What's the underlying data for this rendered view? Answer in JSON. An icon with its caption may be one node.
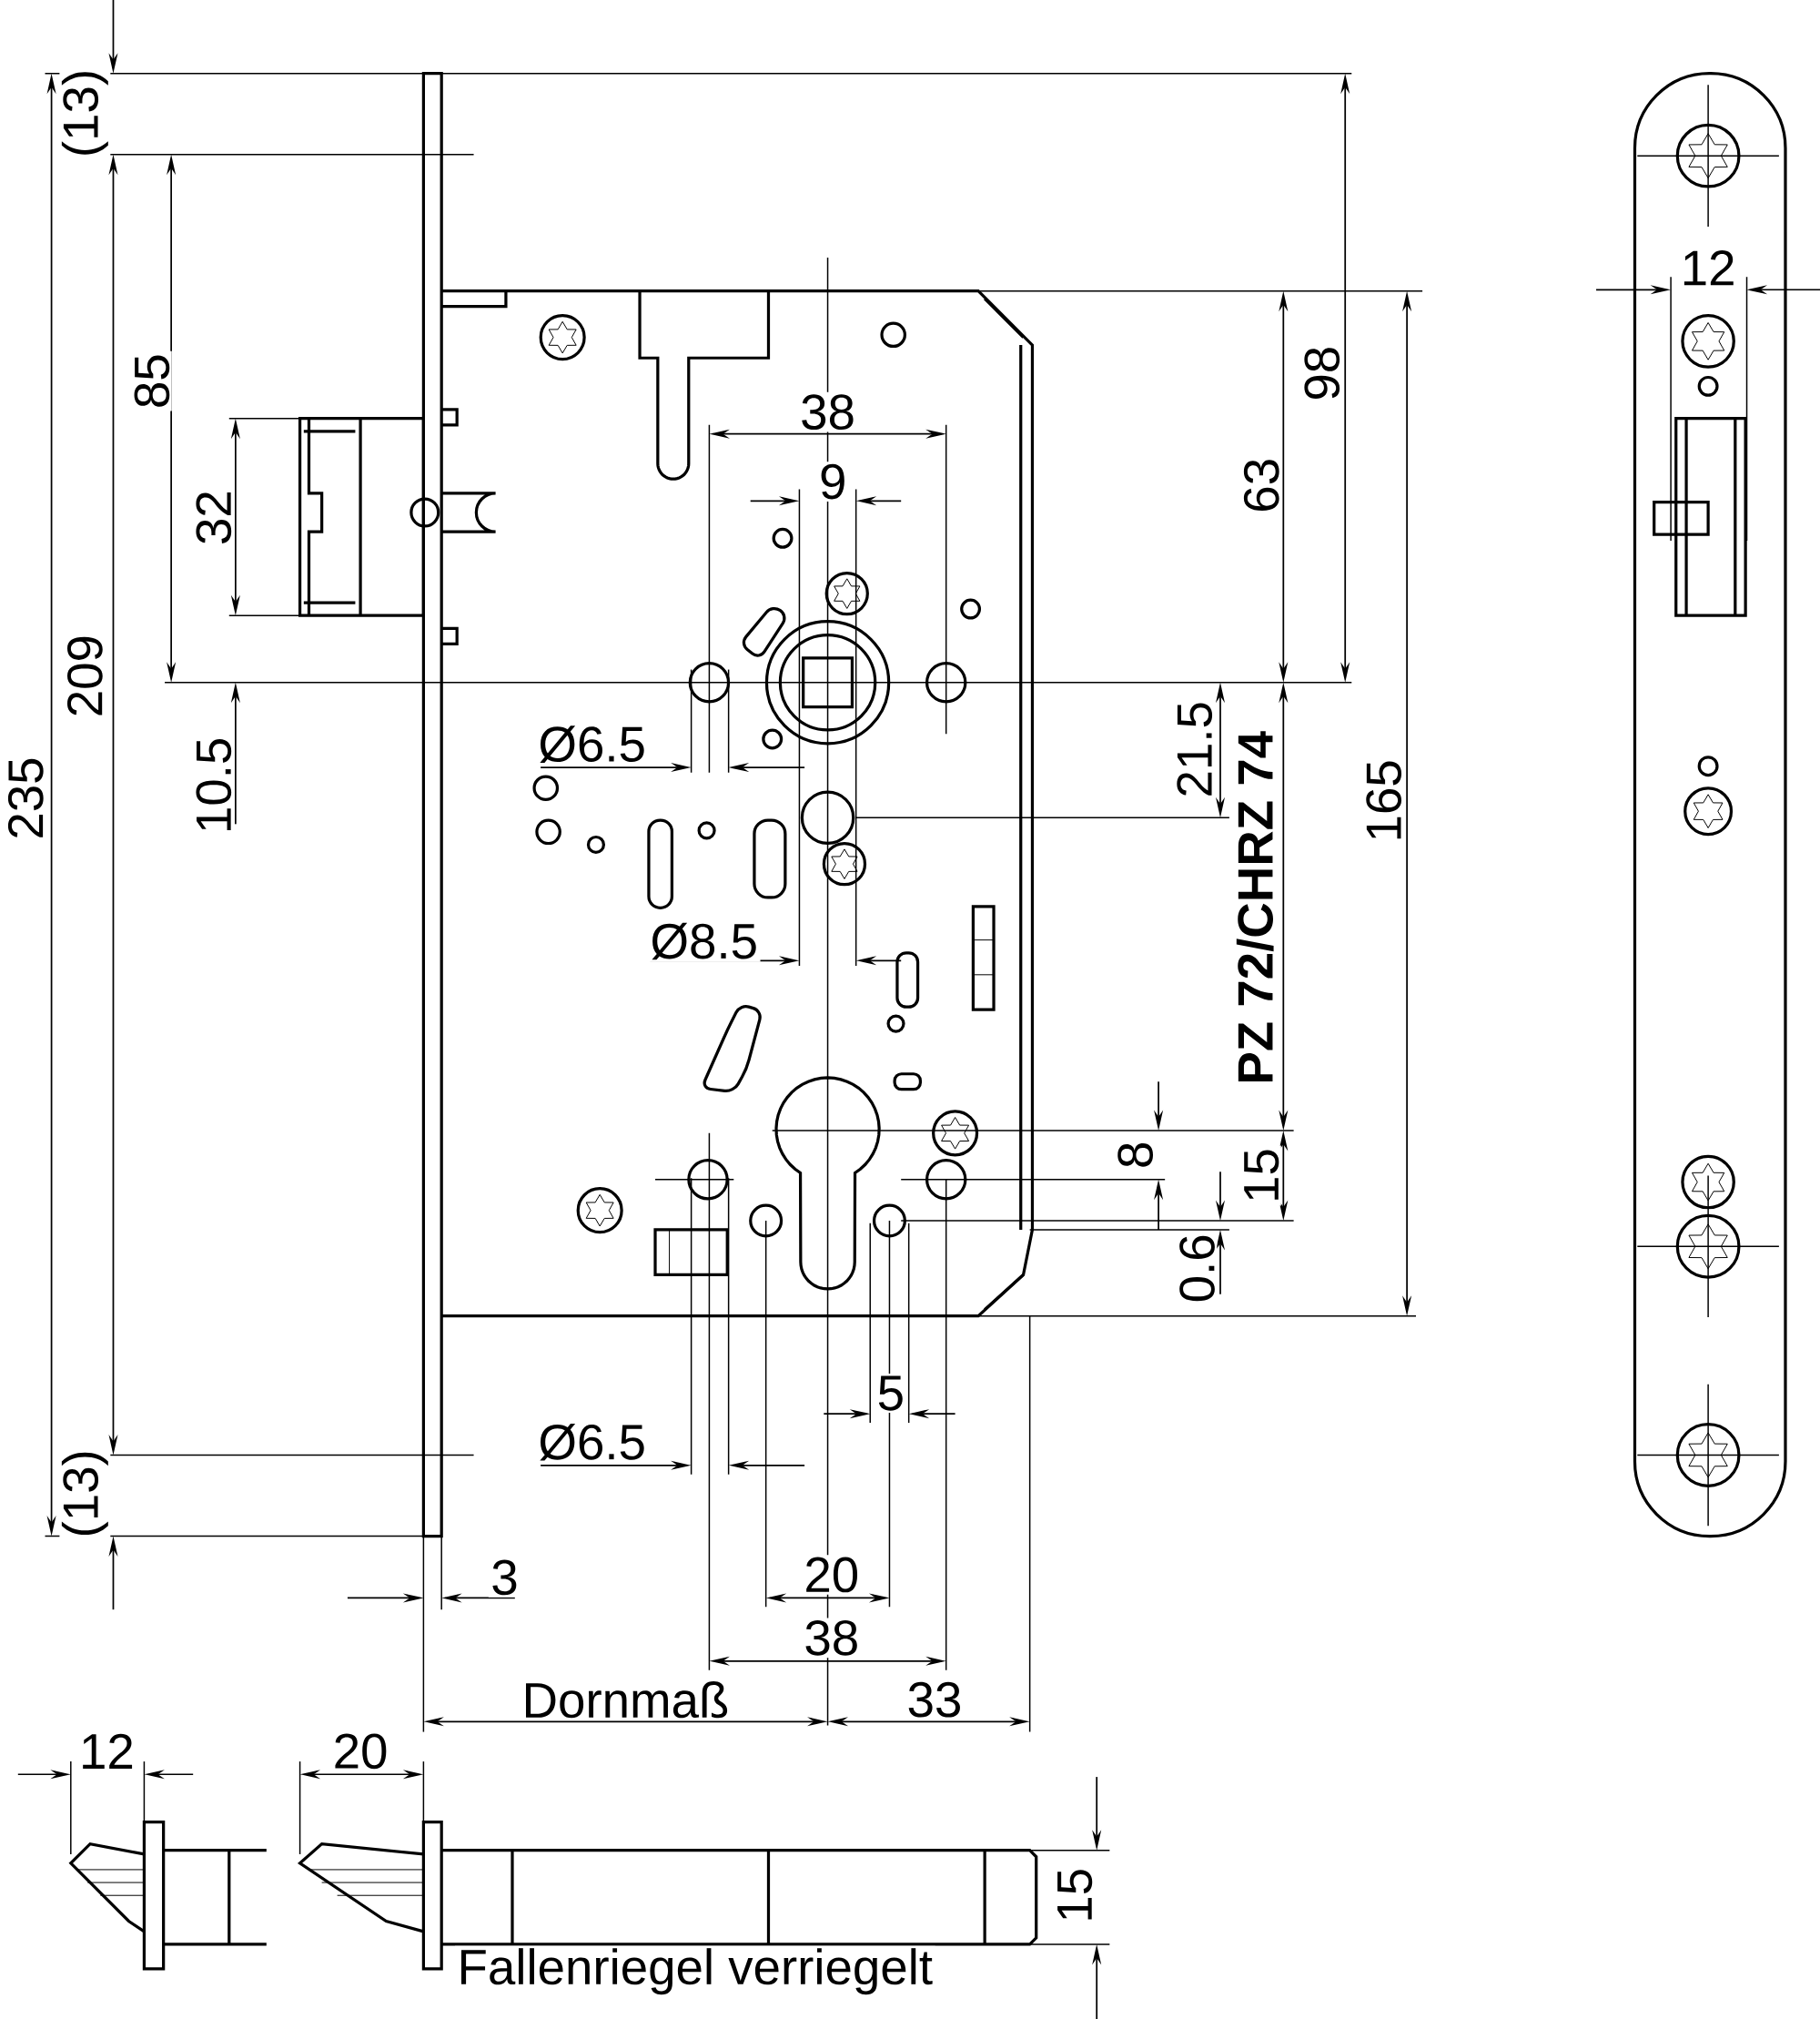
{
  "diagram": {
    "labels": [
      "(13)",
      "85",
      "32",
      "209",
      "235",
      "10.5",
      "(13)",
      "38",
      "9",
      "98",
      "63",
      "Ø6.5",
      "21.5",
      "PZ 72/CHRZ 74",
      "165",
      "Ø8.5",
      "8",
      "15",
      "0.6",
      "5",
      "Ø6.5",
      "3",
      "20",
      "38",
      "Dornmaß",
      "33",
      "12",
      "12",
      "20",
      "15",
      "Fallenriegel verriegelt"
    ]
  }
}
